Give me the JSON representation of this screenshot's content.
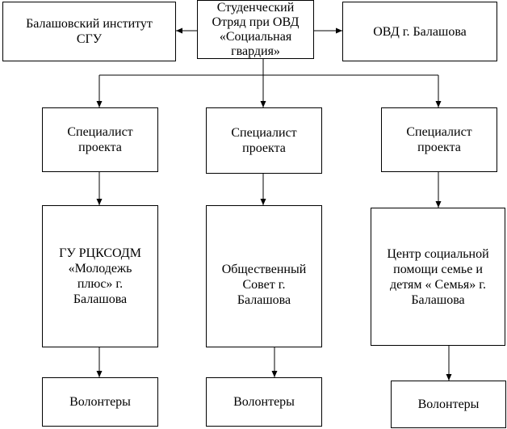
{
  "top": {
    "left_box": {
      "lines": [
        "Балашовский институт",
        "СГУ"
      ]
    },
    "center_box": {
      "lines": [
        "Студенческий",
        "Отряд при ОВД",
        "«Социальная",
        "гвардия»"
      ]
    },
    "right_box": {
      "lines": [
        "ОВД г. Балашова"
      ]
    }
  },
  "specialists": [
    {
      "lines": [
        "Специалист",
        "проекта"
      ]
    },
    {
      "lines": [
        "Специалист",
        "проекта"
      ]
    },
    {
      "lines": [
        "Специалист",
        "проекта"
      ]
    }
  ],
  "organizations": [
    {
      "lines": [
        "ГУ РЦКСОДМ",
        "«Молодежь",
        "плюс» г.",
        "Балашова"
      ]
    },
    {
      "lines": [
        "Общественный",
        "Совет г.",
        "Балашова"
      ]
    },
    {
      "lines": [
        "Центр социальной",
        "помощи семье и",
        "детям « Семья» г.",
        "Балашова"
      ]
    }
  ],
  "volunteers": [
    {
      "lines": [
        "Волонтеры"
      ]
    },
    {
      "lines": [
        "Волонтеры"
      ]
    },
    {
      "lines": [
        "Волонтеры"
      ]
    }
  ]
}
